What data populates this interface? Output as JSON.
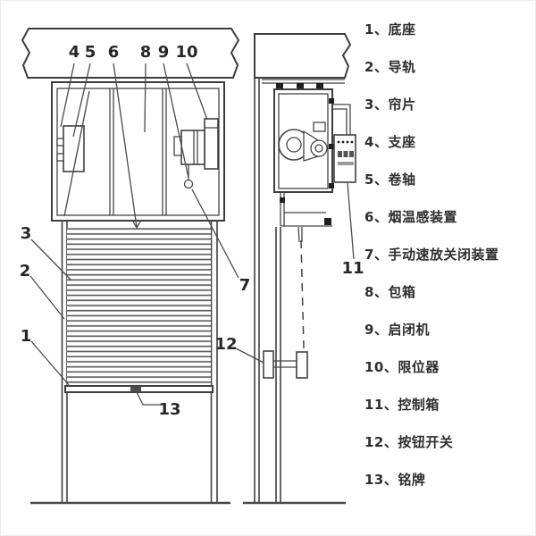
{
  "legend": {
    "separator": "、",
    "items": [
      {
        "no": "1",
        "name": "底座"
      },
      {
        "no": "2",
        "name": "导轨"
      },
      {
        "no": "3",
        "name": "帘片"
      },
      {
        "no": "4",
        "name": "支座"
      },
      {
        "no": "5",
        "name": "卷轴"
      },
      {
        "no": "6",
        "name": "烟温感装置"
      },
      {
        "no": "7",
        "name": "手动速放关闭装置"
      },
      {
        "no": "8",
        "name": "包箱"
      },
      {
        "no": "9",
        "name": "启闭机"
      },
      {
        "no": "10",
        "name": "限位器"
      },
      {
        "no": "11",
        "name": "控制箱"
      },
      {
        "no": "12",
        "name": "按钮开关"
      },
      {
        "no": "13",
        "name": "铭牌"
      }
    ]
  },
  "diagram": {
    "callouts": {
      "c1": "1",
      "c2": "2",
      "c3": "3",
      "c4": "4",
      "c5": "5",
      "c6": "6",
      "c7": "7",
      "c8": "8",
      "c9": "9",
      "c10": "10",
      "c11": "11",
      "c12": "12",
      "c13": "13"
    },
    "colors": {
      "line": "#3d3d3d",
      "slat": "#5d5d5d",
      "callout_text": "#262626",
      "legend_text": "#2e2e2e",
      "background": "#ffffff"
    }
  }
}
